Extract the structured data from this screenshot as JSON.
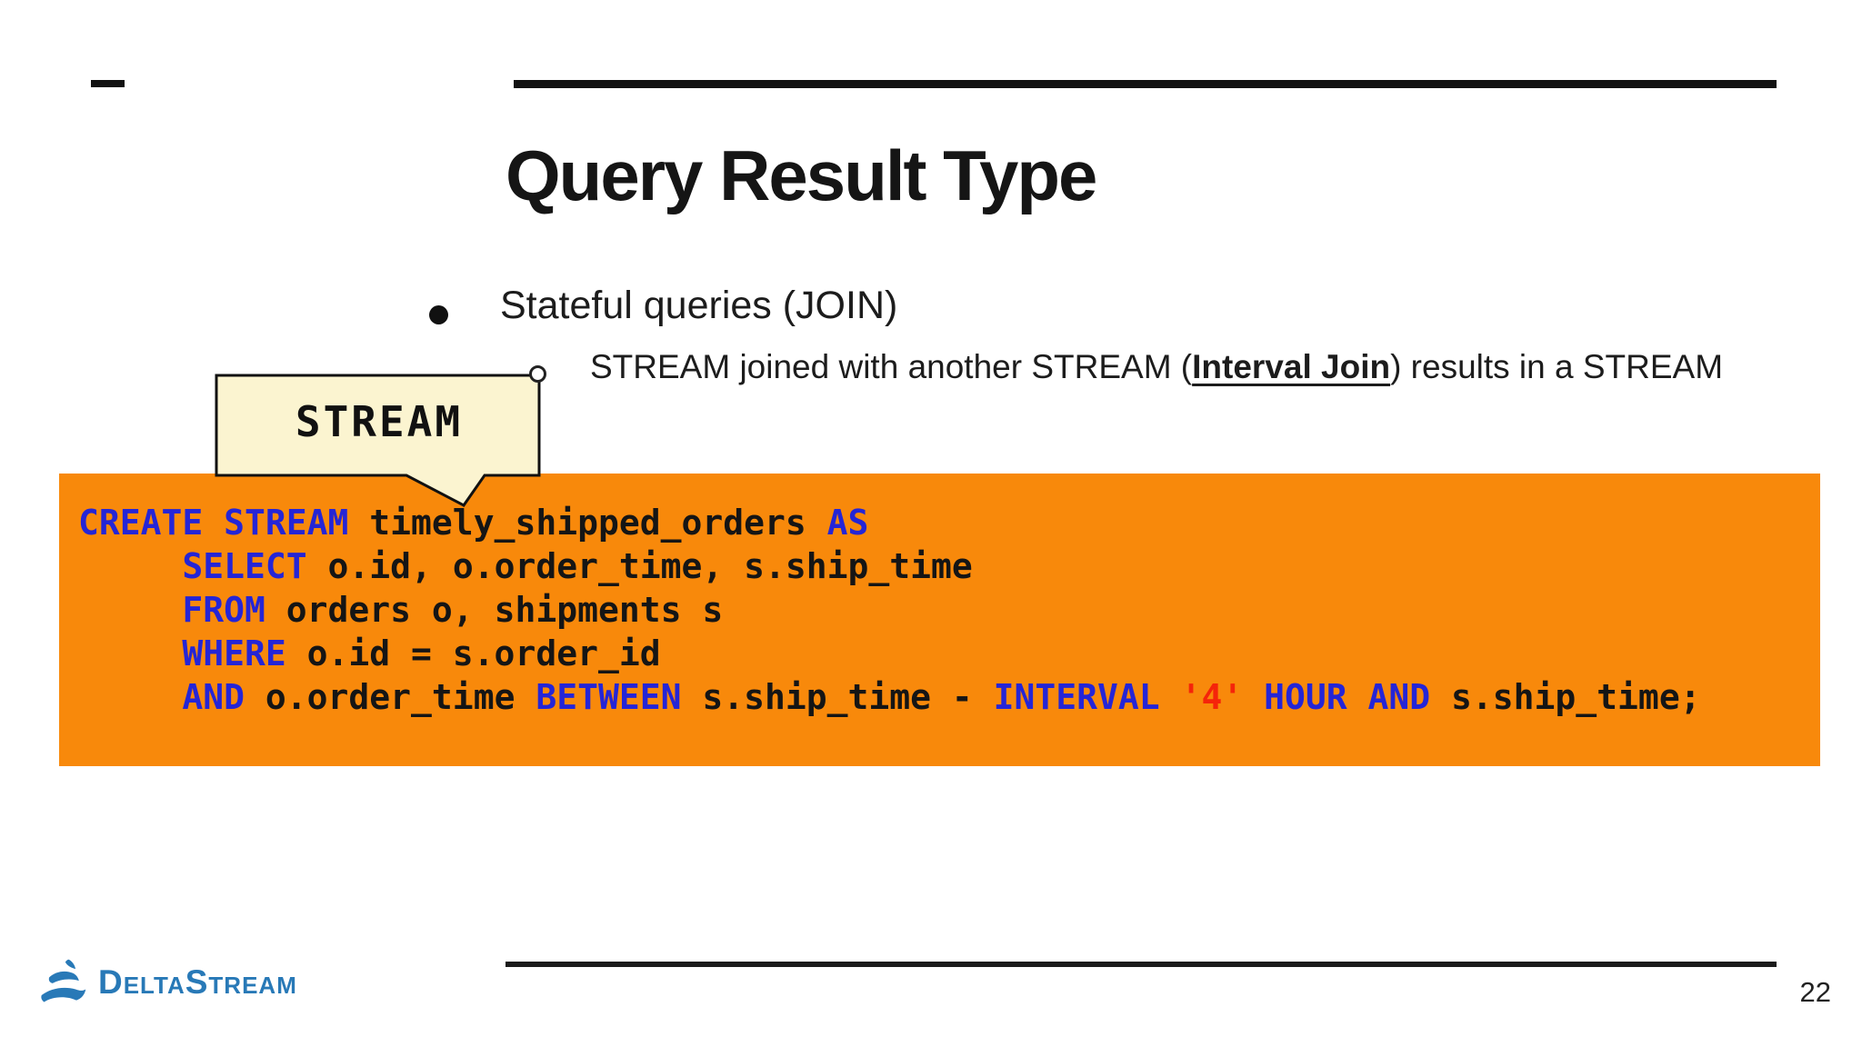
{
  "slide": {
    "title": "Query Result Type",
    "page_number": "22",
    "colors": {
      "accent_orange": "#F8890B",
      "keyword_blue": "#2525D6",
      "literal_red": "#F5240A",
      "callout_cream": "#FBF4D0",
      "logo_blue": "#2879B7"
    },
    "bullets": {
      "main": "Stateful queries (JOIN)",
      "sub_prefix": "STREAM joined with another STREAM (",
      "sub_link": "Interval Join",
      "sub_suffix": ") results in a STREAM"
    },
    "callout": {
      "label": "STREAM"
    },
    "logo": {
      "text": "DeltaStream",
      "icon": "deltastream-wave-mark"
    }
  },
  "code": {
    "lines": [
      [
        {
          "t": "CREATE STREAM",
          "k": "kw"
        },
        {
          "t": " timely_shipped_orders ",
          "k": "pl"
        },
        {
          "t": "AS",
          "k": "kw"
        }
      ],
      [
        {
          "t": "     ",
          "k": "pl"
        },
        {
          "t": "SELECT",
          "k": "kw"
        },
        {
          "t": " o.id, o.order_time, s.ship_time",
          "k": "pl"
        }
      ],
      [
        {
          "t": "     ",
          "k": "pl"
        },
        {
          "t": "FROM",
          "k": "kw"
        },
        {
          "t": " orders o, shipments s",
          "k": "pl"
        }
      ],
      [
        {
          "t": "     ",
          "k": "pl"
        },
        {
          "t": "WHERE",
          "k": "kw"
        },
        {
          "t": " o.id = s.order_id",
          "k": "pl"
        }
      ],
      [
        {
          "t": "     ",
          "k": "pl"
        },
        {
          "t": "AND",
          "k": "kw"
        },
        {
          "t": " o.order_time ",
          "k": "pl"
        },
        {
          "t": "BETWEEN",
          "k": "kw"
        },
        {
          "t": " s.ship_time - ",
          "k": "pl"
        },
        {
          "t": "INTERVAL",
          "k": "kw"
        },
        {
          "t": " ",
          "k": "pl"
        },
        {
          "t": "'4'",
          "k": "lit"
        },
        {
          "t": " ",
          "k": "pl"
        },
        {
          "t": "HOUR",
          "k": "kw"
        },
        {
          "t": " ",
          "k": "pl"
        },
        {
          "t": "AND",
          "k": "kw"
        },
        {
          "t": " s.ship_time;",
          "k": "pl"
        }
      ]
    ]
  }
}
